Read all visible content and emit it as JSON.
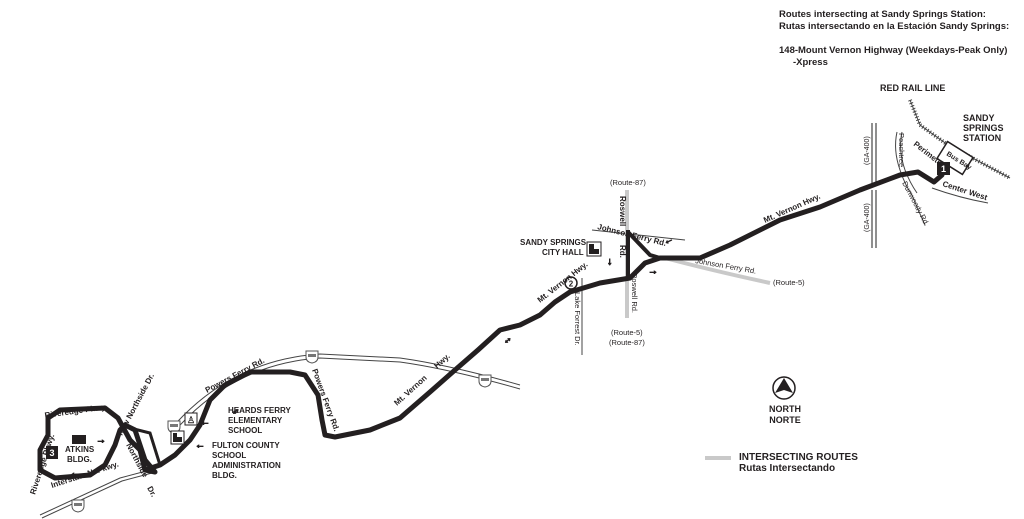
{
  "header": {
    "line1": "Routes intersecting at Sandy Springs Station:",
    "line2": "Rutas intersectando en la Estación Sandy Springs:",
    "route_line": "148-Mount Vernon Highway (Weekdays-Peak Only)",
    "route_sub": "-Xpress"
  },
  "stations": {
    "rail_line": "RED RAIL LINE",
    "station_l1": "SANDY",
    "station_l2": "SPRINGS",
    "station_l3": "STATION",
    "bus_bay": "Bus Bay"
  },
  "timepoints": [
    {
      "id": "1",
      "shape": "square"
    },
    {
      "id": "2",
      "shape": "circle"
    },
    {
      "id": "3",
      "shape": "square"
    }
  ],
  "streets": {
    "perimeter": "Perimeter",
    "center_west": "Center West",
    "peachtree": "Peachtree",
    "dunwoody": "Dunwoody Rd.",
    "ga400_a": "(GA-400)",
    "ga400_b": "(GA-400)",
    "mt_vernon_1": "Mt. Vernon Hwy.",
    "mt_vernon_2": "Mt. Vernon Hwy.",
    "mt_vernon_3a": "Mt. Vernon",
    "mt_vernon_3b": "Hwy.",
    "johnson_ferry_1": "Johnson Ferry Rd.",
    "johnson_ferry_2": "Johnson Ferry Rd.",
    "roswell_1": "Roswell",
    "roswell_1b": "Rd.",
    "roswell_2": "Roswell Rd.",
    "lake_forrest": "Lake Forrest Dr.",
    "powers_ferry_1": "Powers Ferry Rd.",
    "powers_ferry_2": "Powers Ferry Rd.",
    "new_northside": "New Northside Dr.",
    "northside": "Northside",
    "northside_dr": "Dr.",
    "riveredge_1": "Riveredge Pkwy.",
    "riveredge_2": "Riveredge Pkwy.",
    "interstate_n": "Interstate N. Pkwy."
  },
  "intersecting_routes": {
    "route87_top": "(Route-87)",
    "route5_right": "(Route-5)",
    "route5_bottom": "(Route-5)",
    "route87_bottom": "(Route-87)"
  },
  "landmarks": {
    "city_hall_l1": "SANDY SPRINGS",
    "city_hall_l2": "CITY HALL",
    "heards_l1": "HEARDS FERRY",
    "heards_l2": "ELEMENTARY",
    "heards_l3": "SCHOOL",
    "fulton_l1": "FULTON COUNTY",
    "fulton_l2": "SCHOOL",
    "fulton_l3": "ADMINISTRATION",
    "fulton_l4": "BLDG.",
    "atkins_l1": "ATKINS",
    "atkins_l2": "BLDG."
  },
  "interstate_shield": "285",
  "north": {
    "label_en": "NORTH",
    "label_es": "NORTE"
  },
  "legend": {
    "title": "INTERSECTING ROUTES",
    "subtitle": "Rutas Intersectando",
    "color": "#c9c9c9"
  },
  "colors": {
    "route": "#231f20",
    "intersecting": "#c9c9c9",
    "text": "#231f20"
  }
}
